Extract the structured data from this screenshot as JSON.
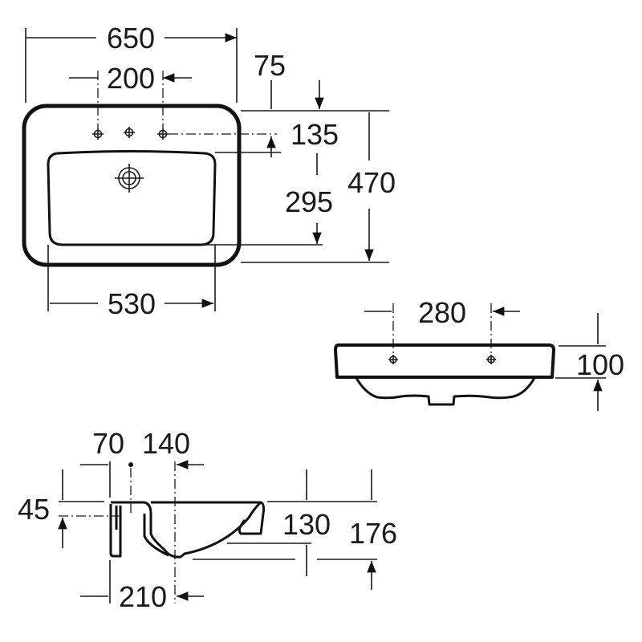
{
  "colors": {
    "line": "#111111",
    "background": "#ffffff"
  },
  "top_view": {
    "overall_width": "650",
    "tap_hole_spacing": "200",
    "rim_to_tap_hole": "75",
    "tap_hole_to_bowl": "135",
    "bowl_depth": "295",
    "overall_depth": "470",
    "bowl_width": "530"
  },
  "front_view": {
    "fixing_hole_spacing": "280",
    "rim_height": "100"
  },
  "side_view": {
    "back_to_tap": "70",
    "tap_to_waste": "140",
    "tap_height": "45",
    "bowl_height": "130",
    "overall_height": "176",
    "back_to_waste": "210"
  }
}
